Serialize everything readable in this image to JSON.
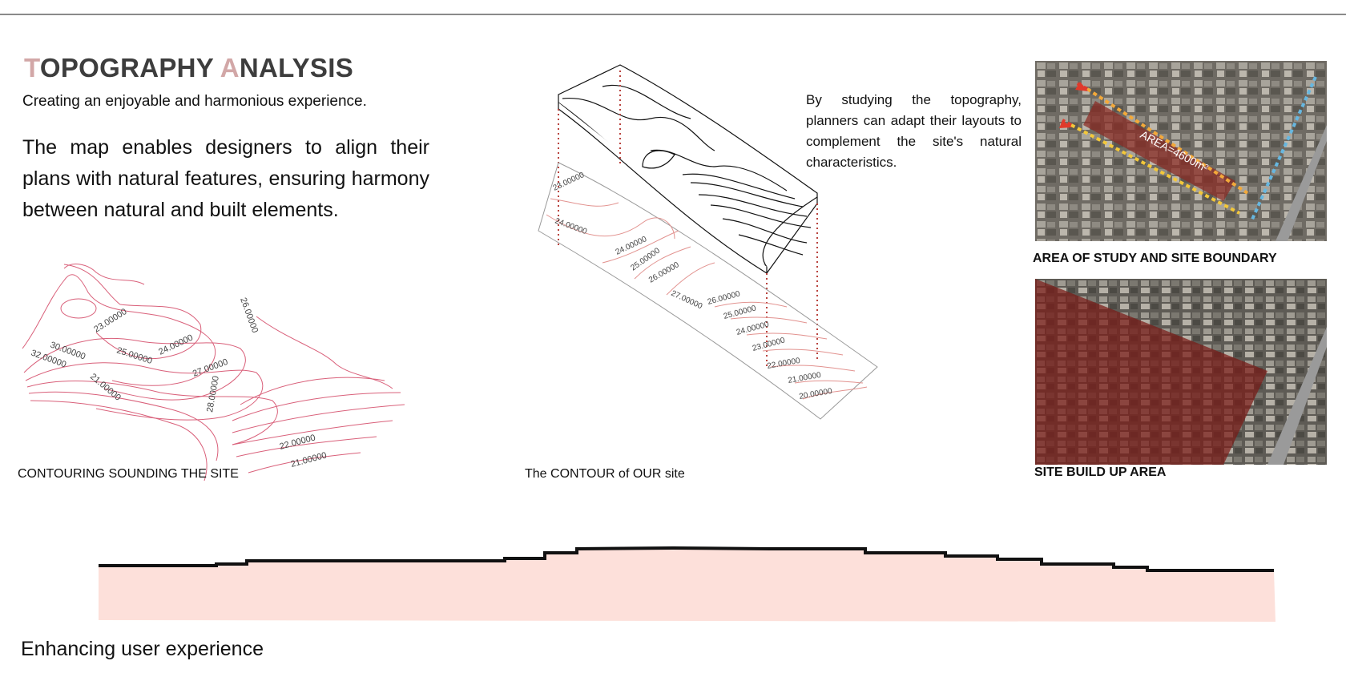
{
  "title": {
    "first_letter": "T",
    "rest1": "OPOGRAPHY ",
    "second_letter": "A",
    "rest2": "NALYSIS"
  },
  "subtitle": "Creating an enjoyable and harmonious experience.",
  "intro": "The map enables designers to align their plans with natural features, ensuring harmony between natural and built elements.",
  "side_text": "By studying the topography, planners can adapt their layouts to complement the site's natural characteristics.",
  "captions": {
    "contour_map": "CONTOURING SOUNDING THE SITE",
    "site_contour": "The CONTOUR of OUR site",
    "study_area": "AREA OF STUDY AND SITE BOUNDARY",
    "build_up": "SITE BUILD UP AREA"
  },
  "contour_map_labels": [
    "23.00000",
    "24.00000",
    "25.00000",
    "26.00000",
    "27.00000",
    "28.00000",
    "30.00000",
    "32.00000",
    "21.00000",
    "22.00000",
    "21.00000"
  ],
  "iso_labels": [
    "23.00000",
    "24.00000",
    "24.00000",
    "25.00000",
    "26.00000",
    "27.00000",
    "26.00000",
    "25.00000",
    "24.00000",
    "23.00000",
    "22.00000",
    "21.00000",
    "20.00000"
  ],
  "area_label": "AREA=4600m²",
  "bottom_text": "Enhancing user experience",
  "colors": {
    "title_accent": "#d2a7a7",
    "contour": "#d9607a",
    "section_fill": "#fde0da",
    "site_overlay": "#8b2a22"
  }
}
